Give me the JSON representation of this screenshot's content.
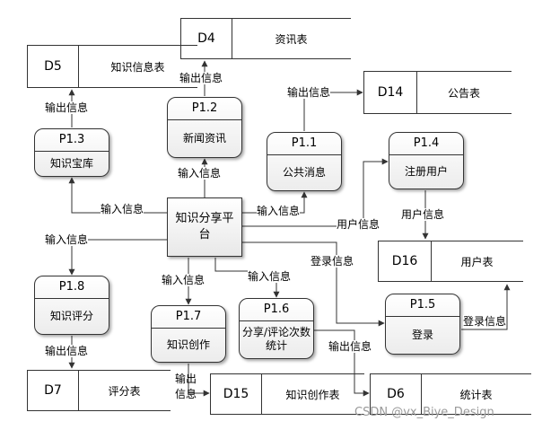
{
  "central": {
    "label": "知识分享平台"
  },
  "processes": [
    {
      "key": "p11",
      "id": "P1.1",
      "name": "公共消息"
    },
    {
      "key": "p12",
      "id": "P1.2",
      "name": "新闻资讯"
    },
    {
      "key": "p13",
      "id": "P1.3",
      "name": "知识宝库"
    },
    {
      "key": "p14",
      "id": "P1.4",
      "name": "注册用户"
    },
    {
      "key": "p15",
      "id": "P1.5",
      "name": "登录"
    },
    {
      "key": "p16",
      "id": "P1.6",
      "name": "分享/评论次数统计"
    },
    {
      "key": "p17",
      "id": "P1.7",
      "name": "知识创作"
    },
    {
      "key": "p18",
      "id": "P1.8",
      "name": "知识评分"
    }
  ],
  "stores": [
    {
      "key": "d4",
      "id": "D4",
      "name": "资讯表"
    },
    {
      "key": "d5",
      "id": "D5",
      "name": "知识信息表"
    },
    {
      "key": "d14",
      "id": "D14",
      "name": "公告表"
    },
    {
      "key": "d16",
      "id": "D16",
      "name": "用户表"
    },
    {
      "key": "d7",
      "id": "D7",
      "name": "评分表"
    },
    {
      "key": "d15",
      "id": "D15",
      "name": "知识创作表"
    },
    {
      "key": "d6",
      "id": "D6",
      "name": "统计表"
    }
  ],
  "flow_labels": {
    "input": "输入信息",
    "output": "输出信息",
    "user": "用户信息",
    "login": "登录信息"
  },
  "watermark": "CSDN @vx_Biye_Design",
  "colors": {
    "line": "#333333",
    "box_fill": "#ececec",
    "watermark": "#9a9a9a"
  }
}
